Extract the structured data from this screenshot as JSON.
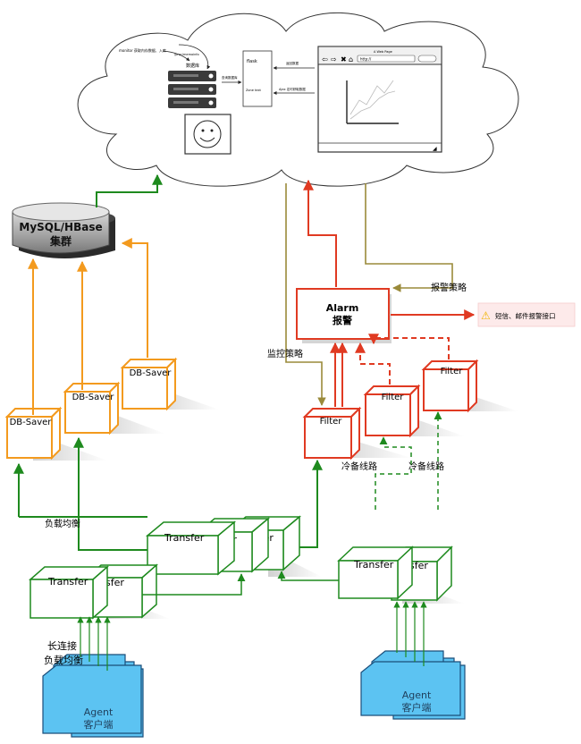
{
  "cloud": {
    "monitor_note": "monitor 获取内存数据、入库",
    "sync_note": "/proc/memoinfo",
    "db_label": "数据库",
    "query_label": "查询数据库",
    "flask_label": "flask",
    "zone_label": "Zone text",
    "return_label": "返回数据",
    "ajax_label": "Ajax 定时获取数据",
    "browser_title": "A Web Page",
    "browser_url": "http://"
  },
  "storage": {
    "line1": "MySQL/HBase",
    "line2": "集群"
  },
  "db_savers": [
    {
      "label": "DB-Saver"
    },
    {
      "label": "DB-Saver"
    },
    {
      "label": "DB-Saver"
    }
  ],
  "alarm": {
    "line1": "Alarm",
    "line2": "报警"
  },
  "filters": [
    {
      "label": "Filter"
    },
    {
      "label": "Filter"
    },
    {
      "label": "Filter"
    }
  ],
  "labels": {
    "alarm_policy": "报警策略",
    "monitor_policy": "监控策略",
    "sms_mail": "短信、邮件报警接口",
    "standby_1": "冷备线路",
    "standby_2": "冷备线路",
    "load_balance": "负载均衡",
    "long_conn_1": "长连接",
    "long_conn_2": "负载均衡"
  },
  "transfers": {
    "center": [
      "Transfer",
      "sfer",
      "sfer"
    ],
    "left": [
      "Transfer",
      "sfer"
    ],
    "right": [
      "Transfer",
      "sfer"
    ]
  },
  "agents": {
    "left": {
      "line1": "Agent",
      "line2": "客户端"
    },
    "right": {
      "line1": "Agent",
      "line2": "客户端"
    }
  },
  "colors": {
    "green": "#1e8a1e",
    "orange": "#f39a1e",
    "red": "#e03a22",
    "olive": "#9a8a3a",
    "agent": "#5cc3f2"
  }
}
